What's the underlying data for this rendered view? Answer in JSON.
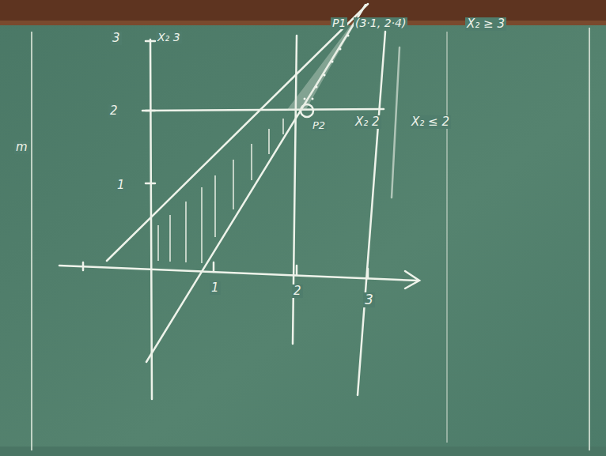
{
  "diagram": {
    "labels": [
      "3",
      "X₂ 3",
      "P1",
      "(3·1, 2·4)",
      "X₂ ≥ 3",
      "2",
      "X₂ 2",
      "X₂ ≤ 2",
      "P2",
      "1",
      "m",
      "1",
      "2",
      "3"
    ]
  }
}
